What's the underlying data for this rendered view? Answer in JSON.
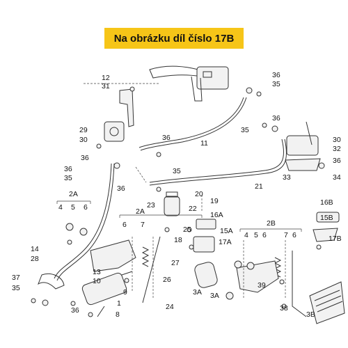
{
  "banner": {
    "text": "Na obrázku díl číslo 17B",
    "color": "#f6c518"
  },
  "labels": [
    {
      "id": "12",
      "text": "12"
    },
    {
      "id": "31",
      "text": "31"
    },
    {
      "id": "36a",
      "text": "36"
    },
    {
      "id": "35a",
      "text": "35"
    },
    {
      "id": "29",
      "text": "29"
    },
    {
      "id": "30a",
      "text": "30"
    },
    {
      "id": "36b",
      "text": "36"
    },
    {
      "id": "36c",
      "text": "36"
    },
    {
      "id": "11",
      "text": "11"
    },
    {
      "id": "36d",
      "text": "36"
    },
    {
      "id": "35b",
      "text": "35"
    },
    {
      "id": "30b",
      "text": "30"
    },
    {
      "id": "32",
      "text": "32"
    },
    {
      "id": "36e",
      "text": "36"
    },
    {
      "id": "35c",
      "text": "35"
    },
    {
      "id": "36f",
      "text": "36"
    },
    {
      "id": "35d",
      "text": "35"
    },
    {
      "id": "36g",
      "text": "36"
    },
    {
      "id": "33",
      "text": "33"
    },
    {
      "id": "34",
      "text": "34"
    },
    {
      "id": "20",
      "text": "20"
    },
    {
      "id": "21",
      "text": "21"
    },
    {
      "id": "19",
      "text": "19"
    },
    {
      "id": "2Aa",
      "text": "2A"
    },
    {
      "id": "23",
      "text": "23"
    },
    {
      "id": "4a",
      "text": "4"
    },
    {
      "id": "5a",
      "text": "5"
    },
    {
      "id": "6a",
      "text": "6"
    },
    {
      "id": "2Ab",
      "text": "2A"
    },
    {
      "id": "22",
      "text": "22"
    },
    {
      "id": "16A",
      "text": "16A"
    },
    {
      "id": "16B",
      "text": "16B"
    },
    {
      "id": "6b",
      "text": "6"
    },
    {
      "id": "7a",
      "text": "7"
    },
    {
      "id": "25",
      "text": "25"
    },
    {
      "id": "15A",
      "text": "15A"
    },
    {
      "id": "2B",
      "text": "2B"
    },
    {
      "id": "15B",
      "text": "15B"
    },
    {
      "id": "18",
      "text": "18"
    },
    {
      "id": "17A",
      "text": "17A"
    },
    {
      "id": "4b",
      "text": "4"
    },
    {
      "id": "5b",
      "text": "5"
    },
    {
      "id": "6c",
      "text": "6"
    },
    {
      "id": "7b",
      "text": "7"
    },
    {
      "id": "6d",
      "text": "6"
    },
    {
      "id": "17B",
      "text": "17B"
    },
    {
      "id": "14",
      "text": "14"
    },
    {
      "id": "28",
      "text": "28"
    },
    {
      "id": "27",
      "text": "27"
    },
    {
      "id": "13",
      "text": "13"
    },
    {
      "id": "10",
      "text": "10"
    },
    {
      "id": "37",
      "text": "37"
    },
    {
      "id": "35e",
      "text": "35"
    },
    {
      "id": "9",
      "text": "9"
    },
    {
      "id": "26",
      "text": "26"
    },
    {
      "id": "3Aa",
      "text": "3A"
    },
    {
      "id": "39",
      "text": "39"
    },
    {
      "id": "1",
      "text": "1"
    },
    {
      "id": "24",
      "text": "24"
    },
    {
      "id": "3Ab",
      "text": "3A"
    },
    {
      "id": "38",
      "text": "38"
    },
    {
      "id": "36h",
      "text": "36"
    },
    {
      "id": "8",
      "text": "8"
    },
    {
      "id": "3B",
      "text": "3B"
    }
  ]
}
